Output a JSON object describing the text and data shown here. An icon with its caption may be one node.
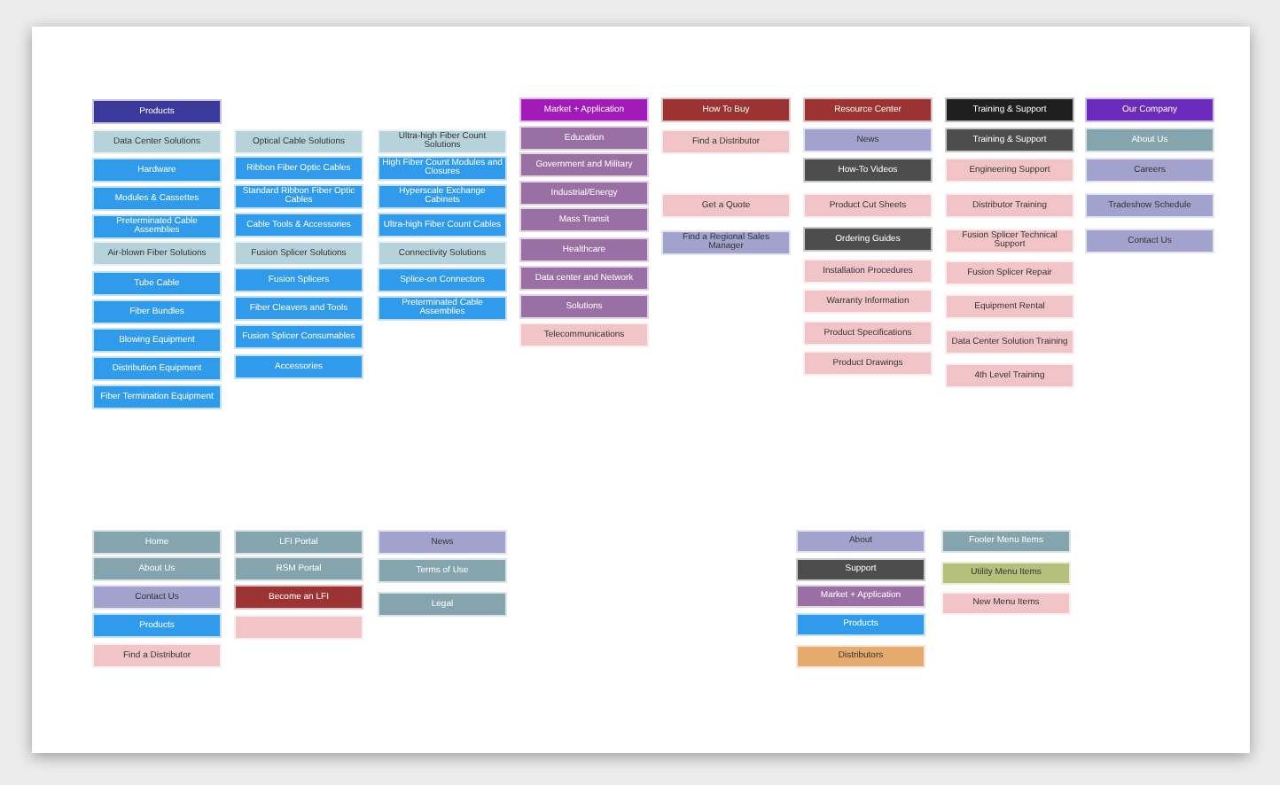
{
  "diagram": {
    "nodes": [
      {
        "text": [
          "Products"
        ]
      },
      {
        "text": [
          "Data Center Solutions"
        ]
      },
      {
        "text": [
          "Hardware"
        ]
      },
      {
        "text": [
          "Modules & Cassettes"
        ]
      },
      {
        "text": [
          "Preterminated Cable Assemblies"
        ]
      },
      {
        "text": [
          "Air-blown Fiber Solutions"
        ]
      },
      {
        "text": [
          "Tube Cable"
        ]
      },
      {
        "text": [
          "Fiber Bundles"
        ]
      },
      {
        "text": [
          "Blowing Equipment"
        ]
      },
      {
        "text": [
          "Distribution Equipment"
        ]
      },
      {
        "text": [
          "Fiber Termination Equipment"
        ]
      },
      {
        "text": [
          "Optical Cable Solutions"
        ]
      },
      {
        "text": [
          "Ribbon Fiber Optic Cables"
        ]
      },
      {
        "text": [
          "Standard Ribbon Fiber Optic Cables"
        ]
      },
      {
        "text": [
          "Cable Tools & Accessories"
        ]
      },
      {
        "text": [
          "Fusion Splicer Solutions"
        ]
      },
      {
        "text": [
          "Fusion Splicers"
        ]
      },
      {
        "text": [
          "Fiber Cleavers and Tools"
        ]
      },
      {
        "text": [
          "Fusion Splicer Consumables"
        ]
      },
      {
        "text": [
          "Accessories"
        ]
      },
      {
        "text": [
          "Ultra-high Fiber Count Solutions"
        ]
      },
      {
        "text": [
          "High Fiber Count Modules and Closures"
        ]
      },
      {
        "text": [
          "Hyperscale Exchange Cabinets"
        ]
      },
      {
        "text": [
          "Ultra-high Fiber Count Cables"
        ]
      },
      {
        "text": [
          "Connectivity Solutions"
        ]
      },
      {
        "text": [
          "Splice-on Connectors"
        ]
      },
      {
        "text": [
          "Preterminated Cable Assemblies"
        ]
      },
      {
        "text": [
          "Market + Application"
        ]
      },
      {
        "text": [
          "Education"
        ]
      },
      {
        "text": [
          "Government and Military"
        ]
      },
      {
        "text": [
          "Industrial/Energy"
        ]
      },
      {
        "text": [
          "Mass Transit"
        ]
      },
      {
        "text": [
          "Healthcare"
        ]
      },
      {
        "text": [
          "Data center and Network"
        ]
      },
      {
        "text": [
          "Solutions"
        ]
      },
      {
        "text": [
          "Telecommunications"
        ]
      },
      {
        "text": [
          "How To Buy"
        ]
      },
      {
        "text": [
          "Find a Distributor"
        ]
      },
      {
        "text": [
          "Get a Quote"
        ]
      },
      {
        "text": [
          "Find a Regional Sales Manager"
        ]
      },
      {
        "text": [
          "Resource Center"
        ]
      },
      {
        "text": [
          "News"
        ]
      },
      {
        "text": [
          "How-To Videos"
        ]
      },
      {
        "text": [
          "Product Cut Sheets"
        ]
      },
      {
        "text": [
          "Ordering Guides"
        ]
      },
      {
        "text": [
          "Installation Procedures"
        ]
      },
      {
        "text": [
          "Warranty Information"
        ]
      },
      {
        "text": [
          "Product Specifications"
        ]
      },
      {
        "text": [
          "Product Drawings"
        ]
      },
      {
        "text": [
          "Training & Support"
        ]
      },
      {
        "text": [
          "Training & Support"
        ]
      },
      {
        "text": [
          "Engineering Support"
        ]
      },
      {
        "text": [
          "Distributor Training"
        ]
      },
      {
        "text": [
          "Fusion Splicer Technical Support"
        ]
      },
      {
        "text": [
          "Fusion Splicer Repair"
        ]
      },
      {
        "text": [
          "Equipment Rental"
        ]
      },
      {
        "text": [
          "Data Center Solution Training"
        ]
      },
      {
        "text": [
          "4th Level Training"
        ]
      },
      {
        "text": [
          "Our Company"
        ]
      },
      {
        "text": [
          "About Us"
        ]
      },
      {
        "text": [
          "Careers"
        ]
      },
      {
        "text": [
          "Tradeshow Schedule"
        ]
      },
      {
        "text": [
          "Contact Us"
        ]
      },
      {
        "text": [
          "Home"
        ]
      },
      {
        "text": [
          "About Us"
        ]
      },
      {
        "text": [
          "Contact Us"
        ]
      },
      {
        "text": [
          "Products"
        ]
      },
      {
        "text": [
          "Find a Distributor"
        ]
      },
      {
        "text": [
          "LFI Portal"
        ]
      },
      {
        "text": [
          "RSM Portal"
        ]
      },
      {
        "text": [
          "Become an LFI"
        ]
      },
      {
        "text": [],
        "shape": "box"
      },
      {
        "text": [
          "News"
        ]
      },
      {
        "text": [
          "Terms of Use"
        ]
      },
      {
        "text": [
          "Legal"
        ]
      }
    ],
    "legend": [
      {
        "text": "About",
        "color": "#a3a2cc"
      },
      {
        "text": "Support",
        "color": "#4d4d4d"
      },
      {
        "text": "Market + Application",
        "color": "#9a6fa3"
      },
      {
        "text": "Products",
        "color": "#2f9bea"
      },
      {
        "text": "Distributors",
        "color": "#e5ab6e"
      },
      {
        "text": "Footer Menu Items",
        "color": "#84a5ae"
      },
      {
        "text": "Utility Menu Items",
        "color": "#b5c17a"
      },
      {
        "text": "New Menu Items",
        "color": "#f1c5c8"
      }
    ]
  }
}
